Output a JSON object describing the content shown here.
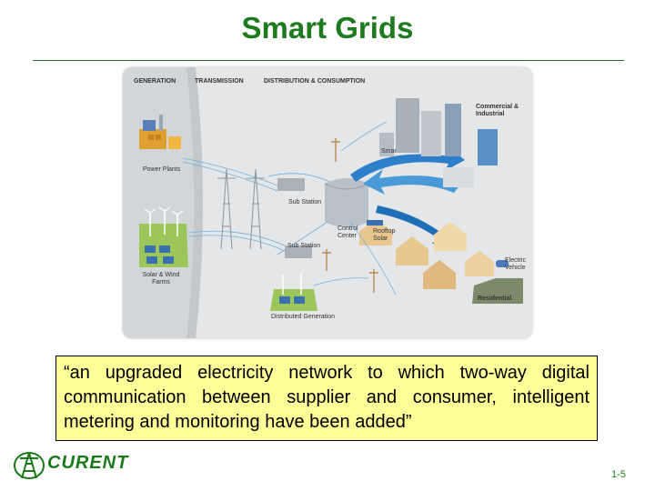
{
  "slide": {
    "title": "Smart Grids",
    "quote": "“an upgraded electricity network to which two-way digital communication between supplier and consumer, intelligent metering and monitoring have been added”",
    "page_number": "1-5",
    "logo_text": "CURENT"
  },
  "diagram": {
    "headers": {
      "generation": "GENERATION",
      "transmission": "TRANSMISSION",
      "distribution": "DISTRIBUTION & CONSUMPTION"
    },
    "labels": {
      "power_plants": "Power Plants",
      "solar_wind": "Solar & Wind Farms",
      "sub_station_top": "Sub Station",
      "sub_station_bottom": "Sub Station",
      "control_center": "Control Center",
      "rooftop_solar": "Rooftop Solar",
      "commercial": "Commercial & Industrial",
      "smart": "Smar",
      "electric_vehicle": "Electric Vehicle",
      "residential": "Residential",
      "distributed": "Distributed Generation"
    }
  }
}
